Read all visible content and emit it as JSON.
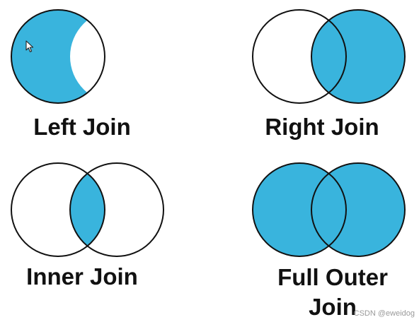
{
  "labels": {
    "left_join": "Left Join",
    "right_join": "Right Join",
    "inner_join": "Inner Join",
    "full_outer_join": "Full Outer Join"
  },
  "watermark": "CSDN @eweidog",
  "colors": {
    "fill": "#39b4dd",
    "stroke": "#111111",
    "background": "#ffffff"
  },
  "icons": {
    "cursor": "mouse-pointer-icon"
  }
}
